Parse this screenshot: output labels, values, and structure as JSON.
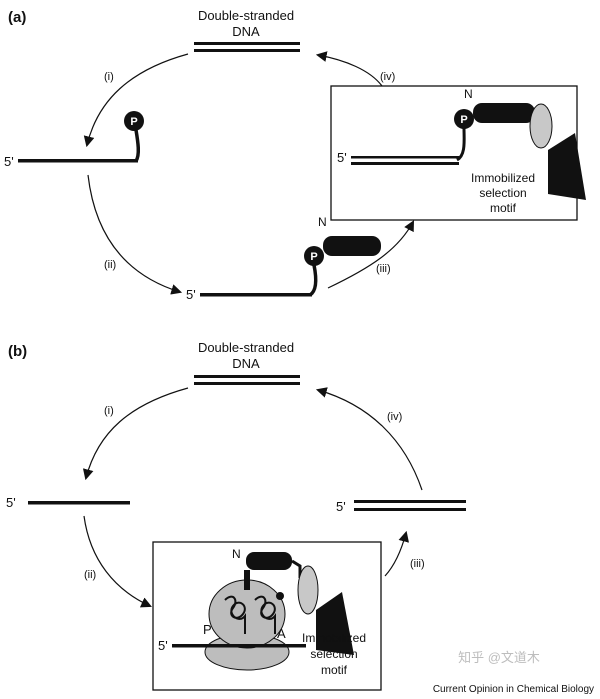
{
  "panel_a": {
    "label": "(a)",
    "dna_title_line1": "Double-stranded",
    "dna_title_line2": "DNA",
    "steps": [
      "(i)",
      "(ii)",
      "(iii)",
      "(iv)"
    ],
    "five_prime": "5'",
    "phosphate": "P",
    "n_terminus": "N",
    "motif_line1": "Immobilized",
    "motif_line2": "selection",
    "motif_line3": "motif"
  },
  "panel_b": {
    "label": "(b)",
    "dna_title_line1": "Double-stranded",
    "dna_title_line2": "DNA",
    "steps": [
      "(i)",
      "(ii)",
      "(iii)",
      "(iv)"
    ],
    "five_prime": "5'",
    "n_terminus": "N",
    "site_p": "P",
    "site_a": "A",
    "motif_line1": "Immobilized",
    "motif_line2": "selection",
    "motif_line3": "motif"
  },
  "footer": {
    "watermark": "知乎 @文道木",
    "credit": "Current Opinion in Chemical Biology"
  },
  "colors": {
    "ink": "#111111",
    "protein_grey": "#c8c8c8",
    "ribosome_grey": "#bdbdbd"
  }
}
